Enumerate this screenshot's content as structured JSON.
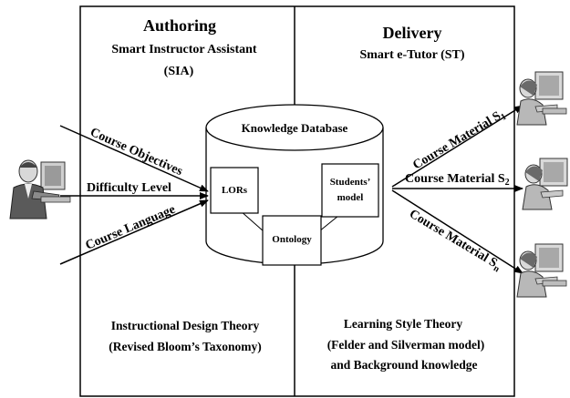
{
  "authoring": {
    "title": "Authoring",
    "subtitle": "Smart Instructor Assistant",
    "abbr": "(SIA)",
    "theory_line1": "Instructional Design Theory",
    "theory_line2": "(Revised Bloom’s Taxonomy)"
  },
  "delivery": {
    "title": "Delivery",
    "subtitle": "Smart e-Tutor  (ST)",
    "theory_line1": "Learning Style Theory",
    "theory_line2": "(Felder and Silverman model)",
    "theory_line3": "and Background knowledge"
  },
  "database": {
    "label": "Knowledge Database",
    "lors": "LORs",
    "ontology": "Ontology",
    "students_model_line1": "Students’",
    "students_model_line2": "model"
  },
  "inputs": {
    "objectives": "Course Objectives",
    "difficulty": "Difficulty Level",
    "language": "Course Language"
  },
  "outputs": {
    "material_1": "Course Material S",
    "material_1_sub": "1",
    "material_2": "Course Material S",
    "material_2_sub": "2",
    "material_n": "Course Material S",
    "material_n_sub": "n"
  },
  "icons": {
    "instructor": "instructor-at-computer-icon",
    "student": "student-at-computer-icon"
  }
}
